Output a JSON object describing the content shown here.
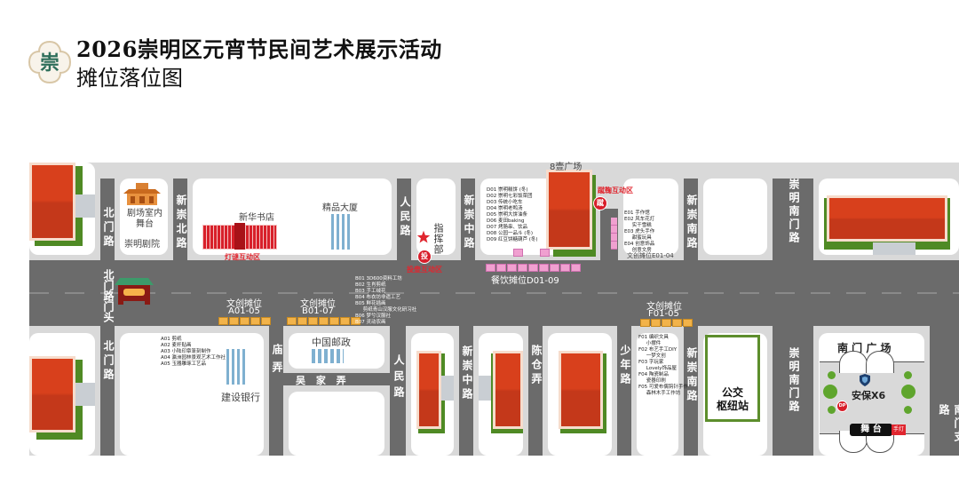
{
  "header": {
    "title": "2026崇明区元宵节民间艺术展示活动",
    "subtitle": "摊位落位图",
    "logo_glyph": "崇"
  },
  "roads": {
    "beimen_lu_n": "北门路",
    "xinchong_bei_lu": "新崇北路",
    "renmin_lu_n": "人民路",
    "xinchong_zhong_lu_n": "新崇中路",
    "xinchong_nan_lu_n": "新崇南路",
    "chongming_nanmen_lu_n": "崇明南门路",
    "beimen_lu_s": "北门路",
    "beimen_lu_mentou": "北门路门头",
    "miao_nong": "庙弄",
    "wujia_nong": "吴 家 弄",
    "renmin_lu_s": "人民路",
    "xinchong_zhong_lu_s": "新崇中路",
    "chencang_nong": "陈仓弄",
    "shaonian_lu": "少年路",
    "xinchong_nan_lu_s": "新崇南路",
    "chongming_nanmen_lu_s": "崇明南门路",
    "nanmen_zhi_lu": "南门支路"
  },
  "landmarks": {
    "theater_stage": "剧场室内舞台",
    "theater_stage_l1": "剧场室内",
    "theater_stage_l2": "舞台",
    "chongming_theater": "崇明剧院",
    "xinhua_bookstore": "新华书店",
    "lantern_zone": "灯谜互动区",
    "jingpin_building": "精品大厦",
    "command_post": "指挥部",
    "command_post_badge": "投",
    "toupiao_zone": "投壶互动区",
    "plaza_8": "8壹广场",
    "cuju_zone": "蹴鞠互动区",
    "cuju_badge": "蹴",
    "china_post": "中国邮政",
    "ccb": "建设银行",
    "bus_hub_l1": "公交",
    "bus_hub_l2": "枢纽站",
    "nanmen_plaza": "南 门 广 场",
    "security": "安保X6",
    "stage": "舞 台",
    "dp_badge": "DP",
    "lantern_badge": "手灯"
  },
  "booth_groups": {
    "A": {
      "title": "文创摊位",
      "range": "A01-05",
      "count": 5,
      "items": [
        "A01 剪纸",
        "A02 麦秆贴画",
        "A03 小陆印章篆刻制作",
        "A04 瀛洲园林景观艺术工作社",
        "A05 玉器雕琢工艺品"
      ]
    },
    "B": {
      "title": "文创摊位",
      "range": "B01-07",
      "count": 7,
      "items": [
        "B01 3D600资料工坊",
        "B02 生肖剪纸",
        "B03 手工绒花",
        "B04 布衣坊非遗工艺",
        "B05 鲜花插画",
        "     剪纸青山汉服文化研习社",
        "B06 梦兮汉服社",
        "B07 灵动农画"
      ]
    },
    "D": {
      "title": "餐饮摊位",
      "range": "餐饮摊位D01-09",
      "count": 9,
      "items": [
        "D01 崇明糕饼 (冬)",
        "D02 崇明七彩饭菜团",
        "D03 传统小吃车",
        "D04 崇明老鸭汤",
        "D05 崇明大饼油条",
        "D06 麦田baking",
        "D07 烤肠串、饮品",
        "D08 公园一品斗 (冬)",
        "D09 红豆饼糖葫芦 (冬)"
      ]
    },
    "E": {
      "title": "文创摊位",
      "range": "文创摊位E01-04",
      "count": 4,
      "items": [
        "E01 手作馆",
        "E02 风车花灯",
        "     实干雪糕",
        "E03 虎头手作",
        "     甜蜜玩具",
        "E04 创意饰品",
        "     创意文房"
      ]
    },
    "F": {
      "title": "文创摊位",
      "range": "F01-05",
      "count": 5,
      "items": [
        "F01 编织文具",
        "     小摆件",
        "F02 布艺手工DIY",
        "     一梦文创",
        "F03 字玩家",
        "     Lovely饰品屋",
        "F04 陶瓷制品",
        "     瓷器印刷",
        "F05 可爱布偶钩针手作",
        "     森林木手工作坊"
      ]
    }
  },
  "colors": {
    "road": "#6b6b6b",
    "curb": "#d9d9d9",
    "building_red": "#d8401c",
    "building_green": "#4f8a24",
    "accent_red": "#e0262f",
    "booth_yellow": "#f2b34a",
    "booth_pink": "#f0a0d0"
  }
}
